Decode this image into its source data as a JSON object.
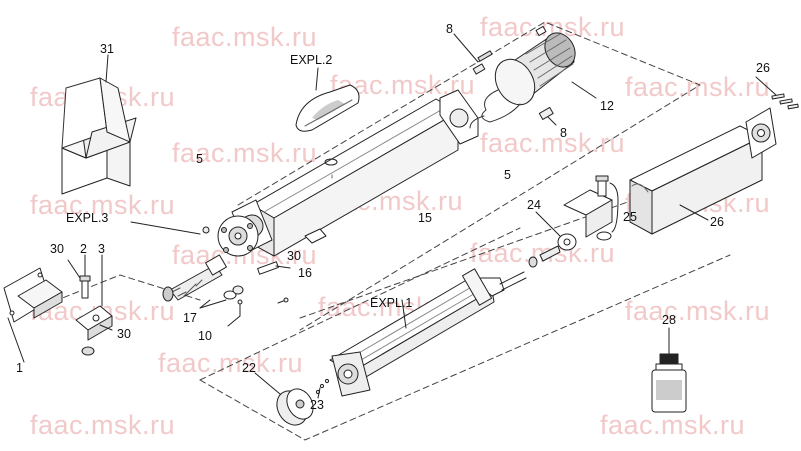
{
  "watermarks": [
    "faac.msk.ru",
    "faac.msk.ru",
    "faac.msk.ru",
    "faac.msk.ru",
    "faac.msk.ru",
    "faac.msk.ru",
    "faac.msk.ru",
    "faac.msk.ru",
    "faac.msk.ru",
    "faac.msk.ru",
    "faac.msk.ru",
    "faac.msk.ru",
    "faac.msk.ru",
    "faac.msk.ru",
    "faac.msk.ru",
    "faac.msk.ru",
    "faac.msk.ru",
    "faac.msk.ru"
  ],
  "callouts": {
    "c31": "31",
    "cexpl2": "EXPL.2",
    "c8a": "8",
    "c12": "12",
    "c8b": "8",
    "c5a": "5",
    "c5b": "5",
    "c15": "15",
    "c26a": "26",
    "c26b": "26",
    "cexpl3": "EXPL.3",
    "c30a": "30",
    "c2": "2",
    "c3": "3",
    "c30b": "30",
    "c16": "16",
    "c24": "24",
    "c25": "25",
    "c17": "17",
    "c10": "10",
    "c30c": "30",
    "c1": "1",
    "cexpl1": "EXPL.1",
    "c28": "28",
    "c22": "22",
    "c23": "23"
  }
}
